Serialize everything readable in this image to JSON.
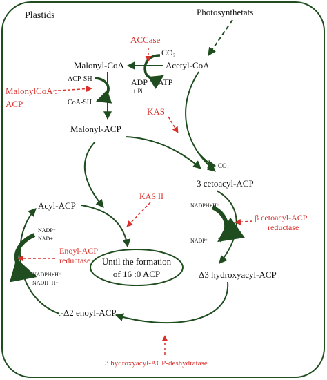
{
  "container": {
    "title": "Plastids"
  },
  "inputs": {
    "photosynthetats": "Photosynthetats"
  },
  "metabolites": {
    "malonyl_coa": "Malonyl-CoA",
    "acetyl_coa": "Acetyl-CoA",
    "malonyl_acp": "Malonyl-ACP",
    "cetoacyl_acp": "3 cetoacyl-ACP",
    "hydroxyacyl_acp": "Δ3 hydroxyacyl-ACP",
    "enoyl_acp": "t-Δ2 enoyl-ACP",
    "acyl_acp": "Acyl-ACP",
    "final_product_line1": "Until the formation",
    "final_product_line2": "of 16 :0 ACP"
  },
  "cofactors": {
    "co2_top": "CO₂",
    "adp": "ADP",
    "pi": "+ Pi",
    "atp": "ATP",
    "acp_sh": "ACP-SH",
    "coa_sh": "CoA-SH",
    "co2_kas": "CO₂",
    "nadph_h": "NADPH+H⁺",
    "nadp_right": "NADP⁺",
    "nadp_left": "NADP⁺",
    "nad_plus": "NAD+",
    "nadph_h_left": "NADPH+H⁺",
    "nadh_h_left": "NADH+H⁺"
  },
  "enzymes": {
    "accase": "ACCase",
    "malonylcoa_acp_line1": "MalonylCoA :",
    "malonylcoa_acp_line2": "ACP",
    "kas": "KAS",
    "kas2": "KAS II",
    "beta_cetoacyl_line1": "β cetoacyl-ACP",
    "beta_cetoacyl_line2": "reductase",
    "enoyl_line1": "Enoyl-ACP",
    "enoyl_line2": "reductase",
    "dehydratase": "3 hydroxyacyl-ACP-deshydratase"
  },
  "colors": {
    "pathway": "#1f4d1f",
    "enzyme": "#d9302b",
    "text": "#111111",
    "border": "#1f4d1f"
  }
}
